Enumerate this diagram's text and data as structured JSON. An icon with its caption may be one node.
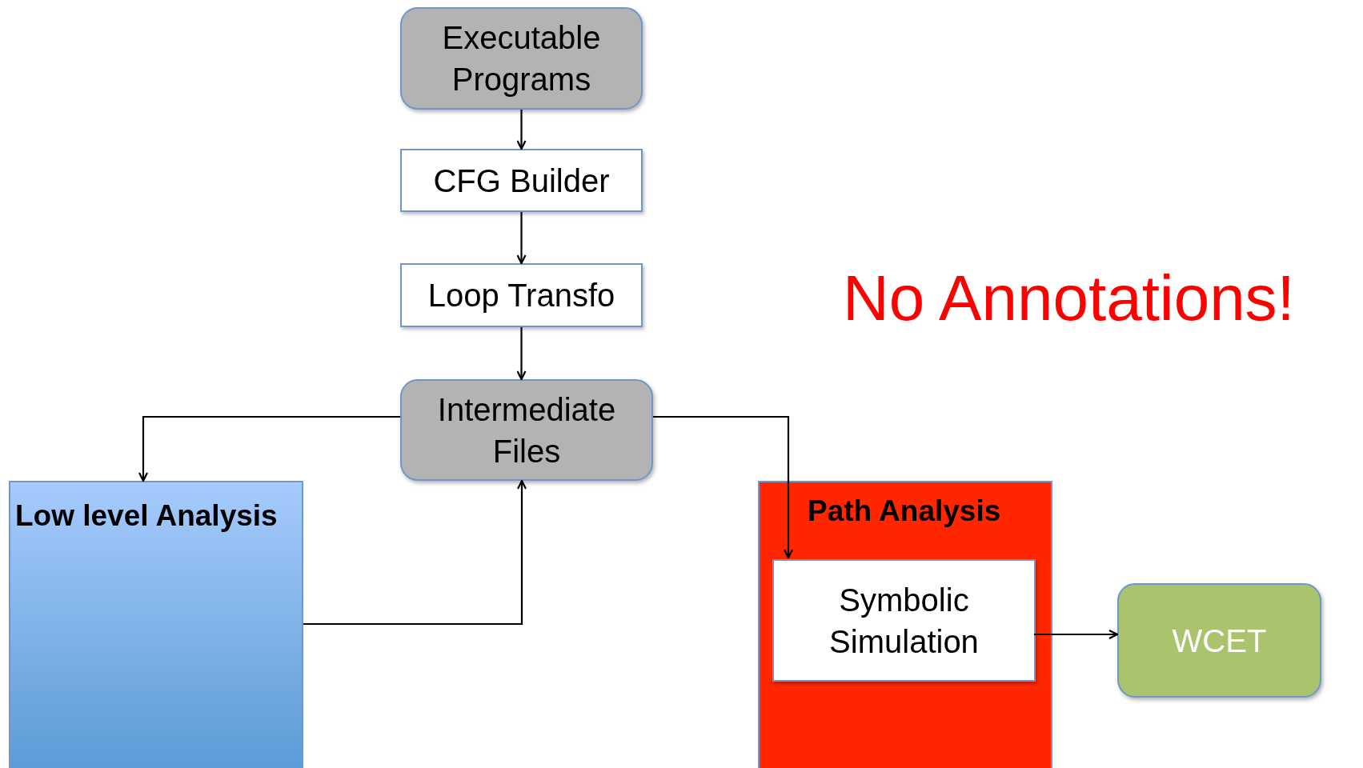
{
  "diagram": {
    "nodes": [
      {
        "text": [
          "Executable Programs"
        ]
      },
      {
        "text": [
          "CFG Builder"
        ]
      },
      {
        "text": [
          "Loop Transfo"
        ]
      },
      {
        "text": [
          "Intermediate Files"
        ]
      },
      {
        "text": [
          "Low level Analysis"
        ]
      },
      {
        "text": [
          "Path Analysis"
        ]
      },
      {
        "text": [
          "Symbolic Simulation"
        ],
        "in": 5
      },
      {
        "text": [
          "WCET"
        ]
      }
    ],
    "edges": [
      {
        "from": 0,
        "to": 1,
        "arrow": "to"
      },
      {
        "from": 1,
        "to": 2,
        "arrow": "to"
      },
      {
        "from": 2,
        "to": 3,
        "arrow": "to"
      },
      {
        "from": 3,
        "to": 4,
        "arrow": "to"
      },
      {
        "from": 4,
        "to": 3,
        "arrow": "to"
      },
      {
        "from": 3,
        "to": 6,
        "arrow": "to"
      },
      {
        "from": 6,
        "to": 7,
        "arrow": "to"
      }
    ],
    "labels": [
      "No Annotations!"
    ]
  }
}
